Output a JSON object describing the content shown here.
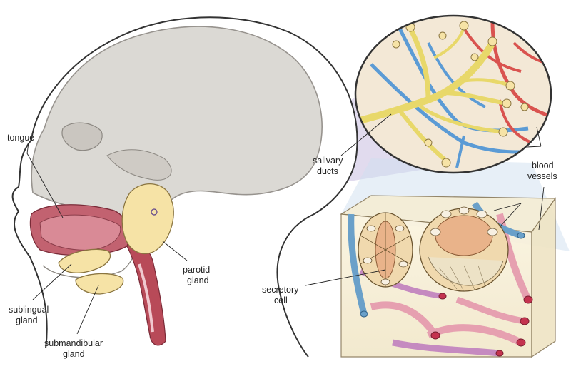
{
  "labels": {
    "tongue": "tongue",
    "parotid_line1": "parotid",
    "parotid_line2": "gland",
    "sublingual_line1": "sublingual",
    "sublingual_line2": "gland",
    "submandibular_line1": "submandibular",
    "submandibular_line2": "gland",
    "salivary_line1": "salivary",
    "salivary_line2": "ducts",
    "blood_line1": "blood",
    "blood_line2": "vessels",
    "secretory_line1": "secretory",
    "secretory_line2": "cell"
  },
  "colors": {
    "skull": "#d8d5d0",
    "tissue": "#b84a58",
    "gland": "#f6e3a6",
    "duct": "#e8d86a",
    "artery": "#d9534f",
    "vein": "#5b9bd5",
    "zoom": "#c9bde0"
  }
}
